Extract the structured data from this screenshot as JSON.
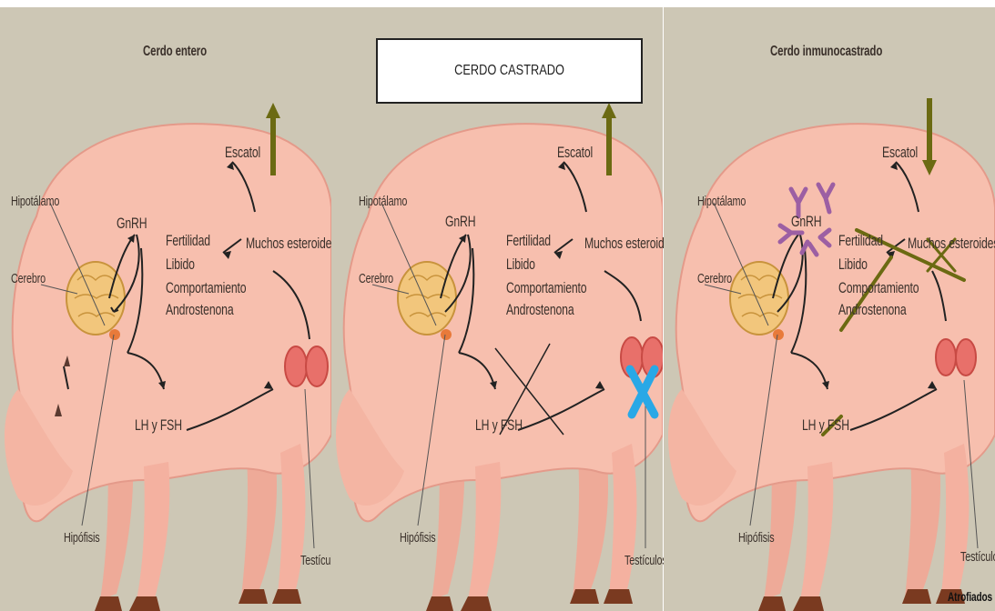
{
  "banner_title": "CERDO CASTRADO",
  "panels": [
    {
      "title": "Cerdo entero",
      "hipotalamo": "Hipotálamo",
      "cerebro": "Cerebro",
      "gnrh": "GnRH",
      "escatol": "Escatol",
      "fertilidad": "Fertilidad",
      "libido": "Libido",
      "comportamiento": "Comportamiento",
      "androstenona": "Androstenona",
      "muchos_esteroides": "Muchos esteroides",
      "lh_fsh": "LH y FSH",
      "hipofisis": "Hipófisis",
      "testiculos": "Testículos"
    },
    {
      "title": "Cerdo castrado",
      "hipotalamo": "Hipotálamo",
      "cerebro": "Cerebro",
      "gnrh": "GnRH",
      "escatol": "Escatol",
      "fertilidad": "Fertilidad",
      "libido": "Libido",
      "comportamiento": "Comportamiento",
      "androstenona": "Androstenona",
      "muchos_esteroides": "Muchos esteroides",
      "lh_fsh": "LH y FSH",
      "hipofisis": "Hipófisis",
      "testiculos": "Testículos"
    },
    {
      "title": "Cerdo inmunocastrado",
      "hipotalamo": "Hipotálamo",
      "cerebro": "Cerebro",
      "gnrh": "GnRH",
      "escatol": "Escatol",
      "fertilidad": "Fertilidad",
      "libido": "Libido",
      "comportamiento": "Comportamiento",
      "androstenona": "Androstenona",
      "muchos_esteroides": "Muchos esteroides",
      "lh_fsh": "LH y FSH",
      "hipofisis": "Hipófisis",
      "testiculos": "Testículos",
      "atrofiados": "Atrofiados"
    }
  ],
  "colors": {
    "background": "#cdc7b5",
    "pig_body": "#f7bfae",
    "pig_outline": "#e49a8a",
    "brain": "#f2c67c",
    "testicle": "#e8706a",
    "hoof": "#7a3a20",
    "arrow_olive": "#6b6a12",
    "cross_blue": "#29a8e6",
    "antibody_purple": "#9c5fa3"
  }
}
